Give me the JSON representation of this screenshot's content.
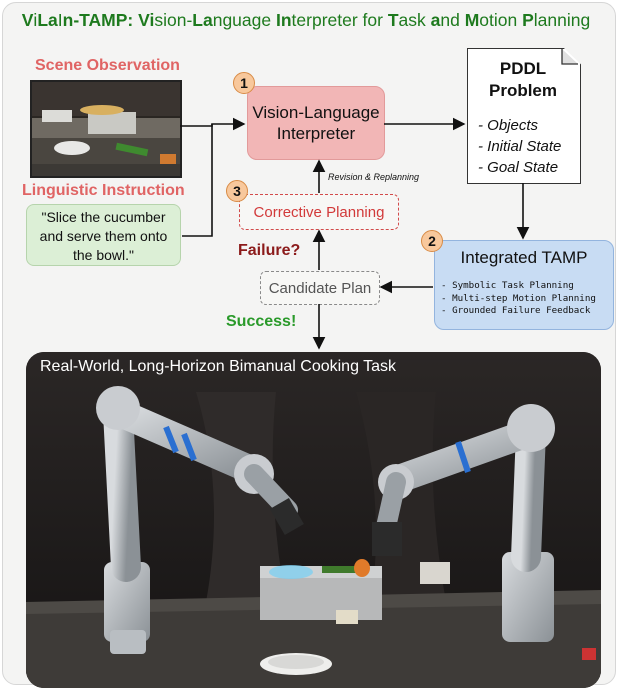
{
  "title": {
    "parts": [
      {
        "text": "V",
        "bold": true
      },
      {
        "text": "i",
        "bold": false
      },
      {
        "text": "La",
        "bold": true
      },
      {
        "text": "I",
        "bold": false
      },
      {
        "text": "n-TAMP: ",
        "bold": true
      },
      {
        "text": "Vi",
        "bold": true
      },
      {
        "text": "sion-",
        "bold": false
      },
      {
        "text": "La",
        "bold": true
      },
      {
        "text": "nguage ",
        "bold": false
      },
      {
        "text": "In",
        "bold": true
      },
      {
        "text": "terpreter for ",
        "bold": false
      },
      {
        "text": "T",
        "bold": true
      },
      {
        "text": "ask ",
        "bold": false
      },
      {
        "text": "a",
        "bold": true
      },
      {
        "text": "nd ",
        "bold": false
      },
      {
        "text": "M",
        "bold": true
      },
      {
        "text": "otion ",
        "bold": false
      },
      {
        "text": "P",
        "bold": true
      },
      {
        "text": "lanning",
        "bold": false
      }
    ]
  },
  "scene_observation": {
    "label": "Scene Observation"
  },
  "linguistic_instruction": {
    "label": "Linguistic Instruction",
    "lines": [
      "\"Slice the cucumber",
      "and serve them onto",
      "the bowl.\""
    ]
  },
  "vli": {
    "badge": "1",
    "lines": [
      "Vision-Language",
      "Interpreter"
    ]
  },
  "pddl": {
    "title_lines": [
      "PDDL",
      "Problem"
    ],
    "items": [
      "- Objects",
      "- Initial State",
      "- Goal State"
    ]
  },
  "tamp": {
    "badge": "2",
    "title": "Integrated TAMP",
    "items": [
      "- Symbolic Task Planning",
      "- Multi-step Motion Planning",
      "- Grounded Failure Feedback"
    ]
  },
  "corrective": {
    "badge": "3",
    "label": "Corrective Planning"
  },
  "revision_label": "Revision & Replanning",
  "candidate_plan": "Candidate Plan",
  "failure_label": "Failure?",
  "success_label": "Success!",
  "photo_caption": "Real-World, Long-Horizon Bimanual Cooking Task",
  "colors": {
    "title_green": "#1e7a1e",
    "label_red": "#e06464",
    "vli_fill": "#f2b6b6",
    "tamp_fill": "#c8dcf3",
    "instruction_fill": "#dcefd6",
    "badge_fill": "#f8c89c",
    "failure": "#8b1a1a",
    "success": "#2a9a2a"
  }
}
